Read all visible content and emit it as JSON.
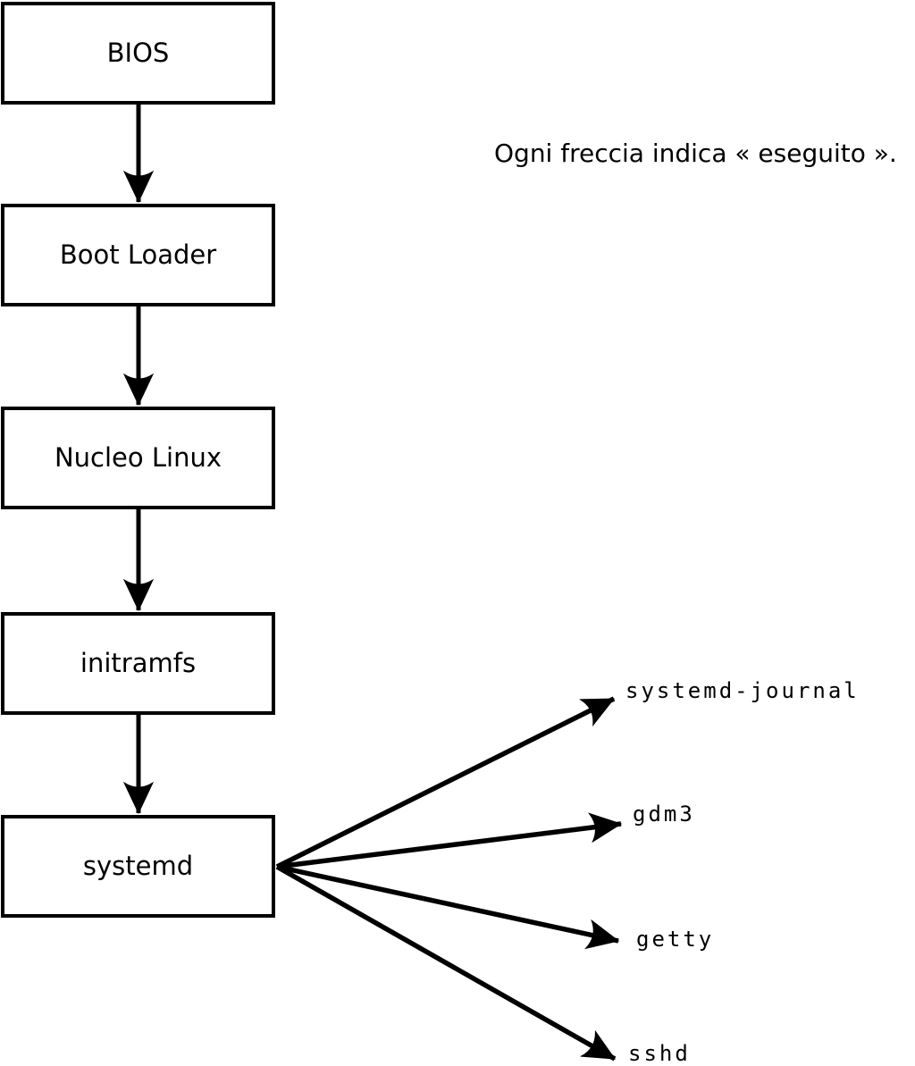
{
  "caption": "Ogni freccia indica « eseguito ».",
  "boxes": [
    {
      "id": "bios",
      "label": "BIOS"
    },
    {
      "id": "boot-loader",
      "label": "Boot Loader"
    },
    {
      "id": "kernel",
      "label": "Nucleo Linux"
    },
    {
      "id": "initramfs",
      "label": "initramfs"
    },
    {
      "id": "systemd",
      "label": "systemd"
    }
  ],
  "services": [
    {
      "label": "systemd-journal"
    },
    {
      "label": "gdm3"
    },
    {
      "label": "getty"
    },
    {
      "label": "sshd"
    }
  ],
  "edges": [
    {
      "from": "BIOS",
      "to": "Boot Loader",
      "meaning": "eseguito"
    },
    {
      "from": "Boot Loader",
      "to": "Nucleo Linux",
      "meaning": "eseguito"
    },
    {
      "from": "Nucleo Linux",
      "to": "initramfs",
      "meaning": "eseguito"
    },
    {
      "from": "initramfs",
      "to": "systemd",
      "meaning": "eseguito"
    },
    {
      "from": "systemd",
      "to": "systemd-journal",
      "meaning": "eseguito"
    },
    {
      "from": "systemd",
      "to": "gdm3",
      "meaning": "eseguito"
    },
    {
      "from": "systemd",
      "to": "getty",
      "meaning": "eseguito"
    },
    {
      "from": "systemd",
      "to": "sshd",
      "meaning": "eseguito"
    }
  ],
  "colors": {
    "stroke": "#000000",
    "background": "#ffffff",
    "text": "#000000"
  }
}
